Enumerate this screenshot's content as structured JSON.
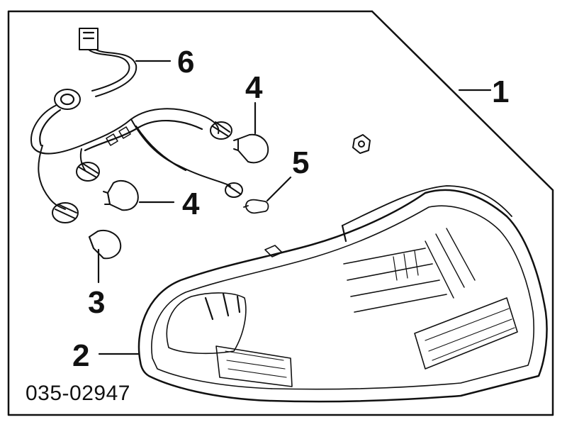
{
  "diagram": {
    "callouts": [
      {
        "id": "c1",
        "label": "1"
      },
      {
        "id": "c2",
        "label": "2"
      },
      {
        "id": "c3",
        "label": "3"
      },
      {
        "id": "c4a",
        "label": "4"
      },
      {
        "id": "c4b",
        "label": "4"
      },
      {
        "id": "c5",
        "label": "5"
      },
      {
        "id": "c6",
        "label": "6"
      }
    ],
    "part_number": "035-02947",
    "colors": {
      "ink": "#111111",
      "background": "#ffffff"
    }
  }
}
